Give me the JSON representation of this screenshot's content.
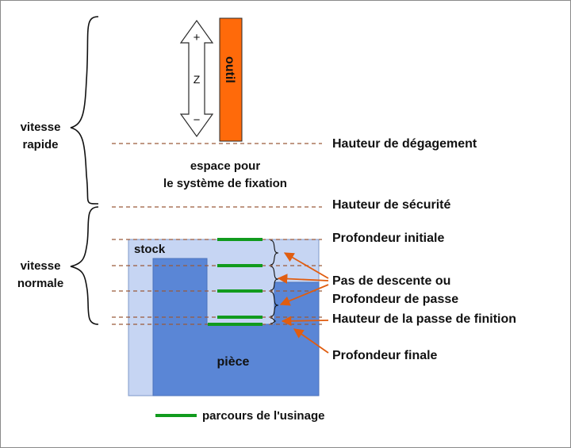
{
  "labels": {
    "outil": "outil",
    "z_axis": "Z",
    "z_plus": "+",
    "z_minus": "−",
    "vitesse_rapide": [
      "vitesse",
      "rapide"
    ],
    "vitesse_normale": [
      "vitesse",
      "normale"
    ],
    "espace": [
      "espace pour",
      "le système de fixation"
    ],
    "stock": "stock",
    "piece": "pièce",
    "hauteur_degagement": "Hauteur de dégagement",
    "hauteur_securite": "Hauteur de sécurité",
    "profondeur_initiale": "Profondeur initiale",
    "pas_descente": [
      "Pas de descente ou",
      "Profondeur de passe"
    ],
    "passe_finition": "Hauteur de la passe de finition",
    "profondeur_finale": "Profondeur finale",
    "legend": "parcours de l'usinage"
  },
  "colors": {
    "tool": "#ff6a0a",
    "stock": "#c6d5f3",
    "piece": "#5a86d6",
    "toolpath": "#119b1e",
    "dashed": "#9b5a3a",
    "arrow": "#e05d10"
  },
  "icons": [
    "double-arrow-icon",
    "curly-brace-icon",
    "toolpath-line-icon"
  ]
}
